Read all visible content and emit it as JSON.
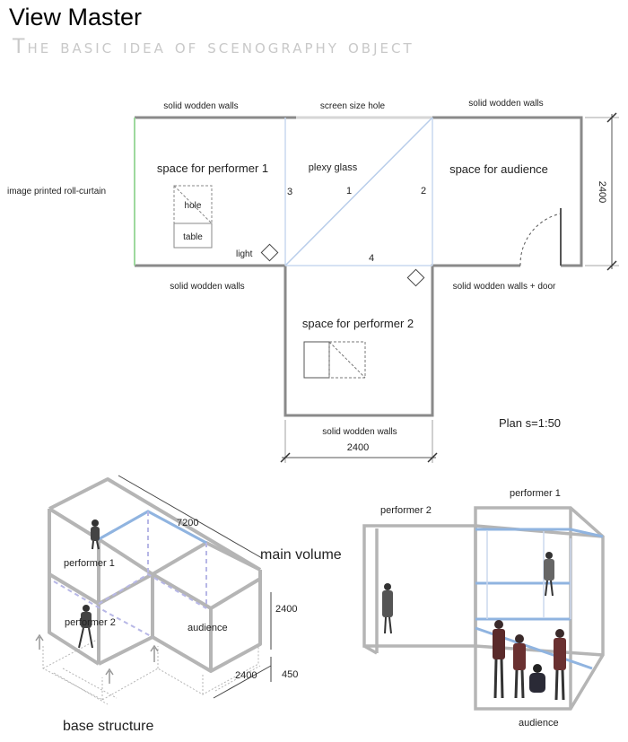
{
  "header": {
    "title": "View Master",
    "subtitle": "The basic idea of  scenography object"
  },
  "plan": {
    "label_top_left": "solid wodden walls",
    "label_top_mid": "screen size hole",
    "label_top_right": "solid wodden walls",
    "label_curtain": "image printed roll-curtain",
    "label_performer1": "space for performer 1",
    "label_plexy": "plexy glass",
    "label_audience": "space for audience",
    "label_hole": "hole",
    "label_table": "table",
    "label_light": "light",
    "num_1": "1",
    "num_2": "2",
    "num_3": "3",
    "num_4": "4",
    "dim_right": "2400",
    "label_bottom_left": "solid wodden walls",
    "label_bottom_right": "solid wodden walls + door",
    "label_performer2": "space for performer 2",
    "label_bottom_walls": "solid wodden walls",
    "dim_bottom": "2400",
    "scale": "Plan s=1:50"
  },
  "iso": {
    "dim_length": "7200",
    "label_performer1": "performer 1",
    "label_performer2": "performer 2",
    "label_audience": "audience",
    "dim_height": "2400",
    "dim_width": "2400",
    "dim_base": "450",
    "label_base": "base structure",
    "label_main_volume": "main volume"
  },
  "persp": {
    "label_performer2": "performer 2",
    "label_performer1": "performer 1",
    "label_audience": "audience"
  },
  "colors": {
    "wall": "#8a8a8a",
    "glass": "#b8cdea",
    "curtain": "#9ed99e",
    "frame": "#b5b5b5",
    "blue_frame": "#90b4e0"
  }
}
